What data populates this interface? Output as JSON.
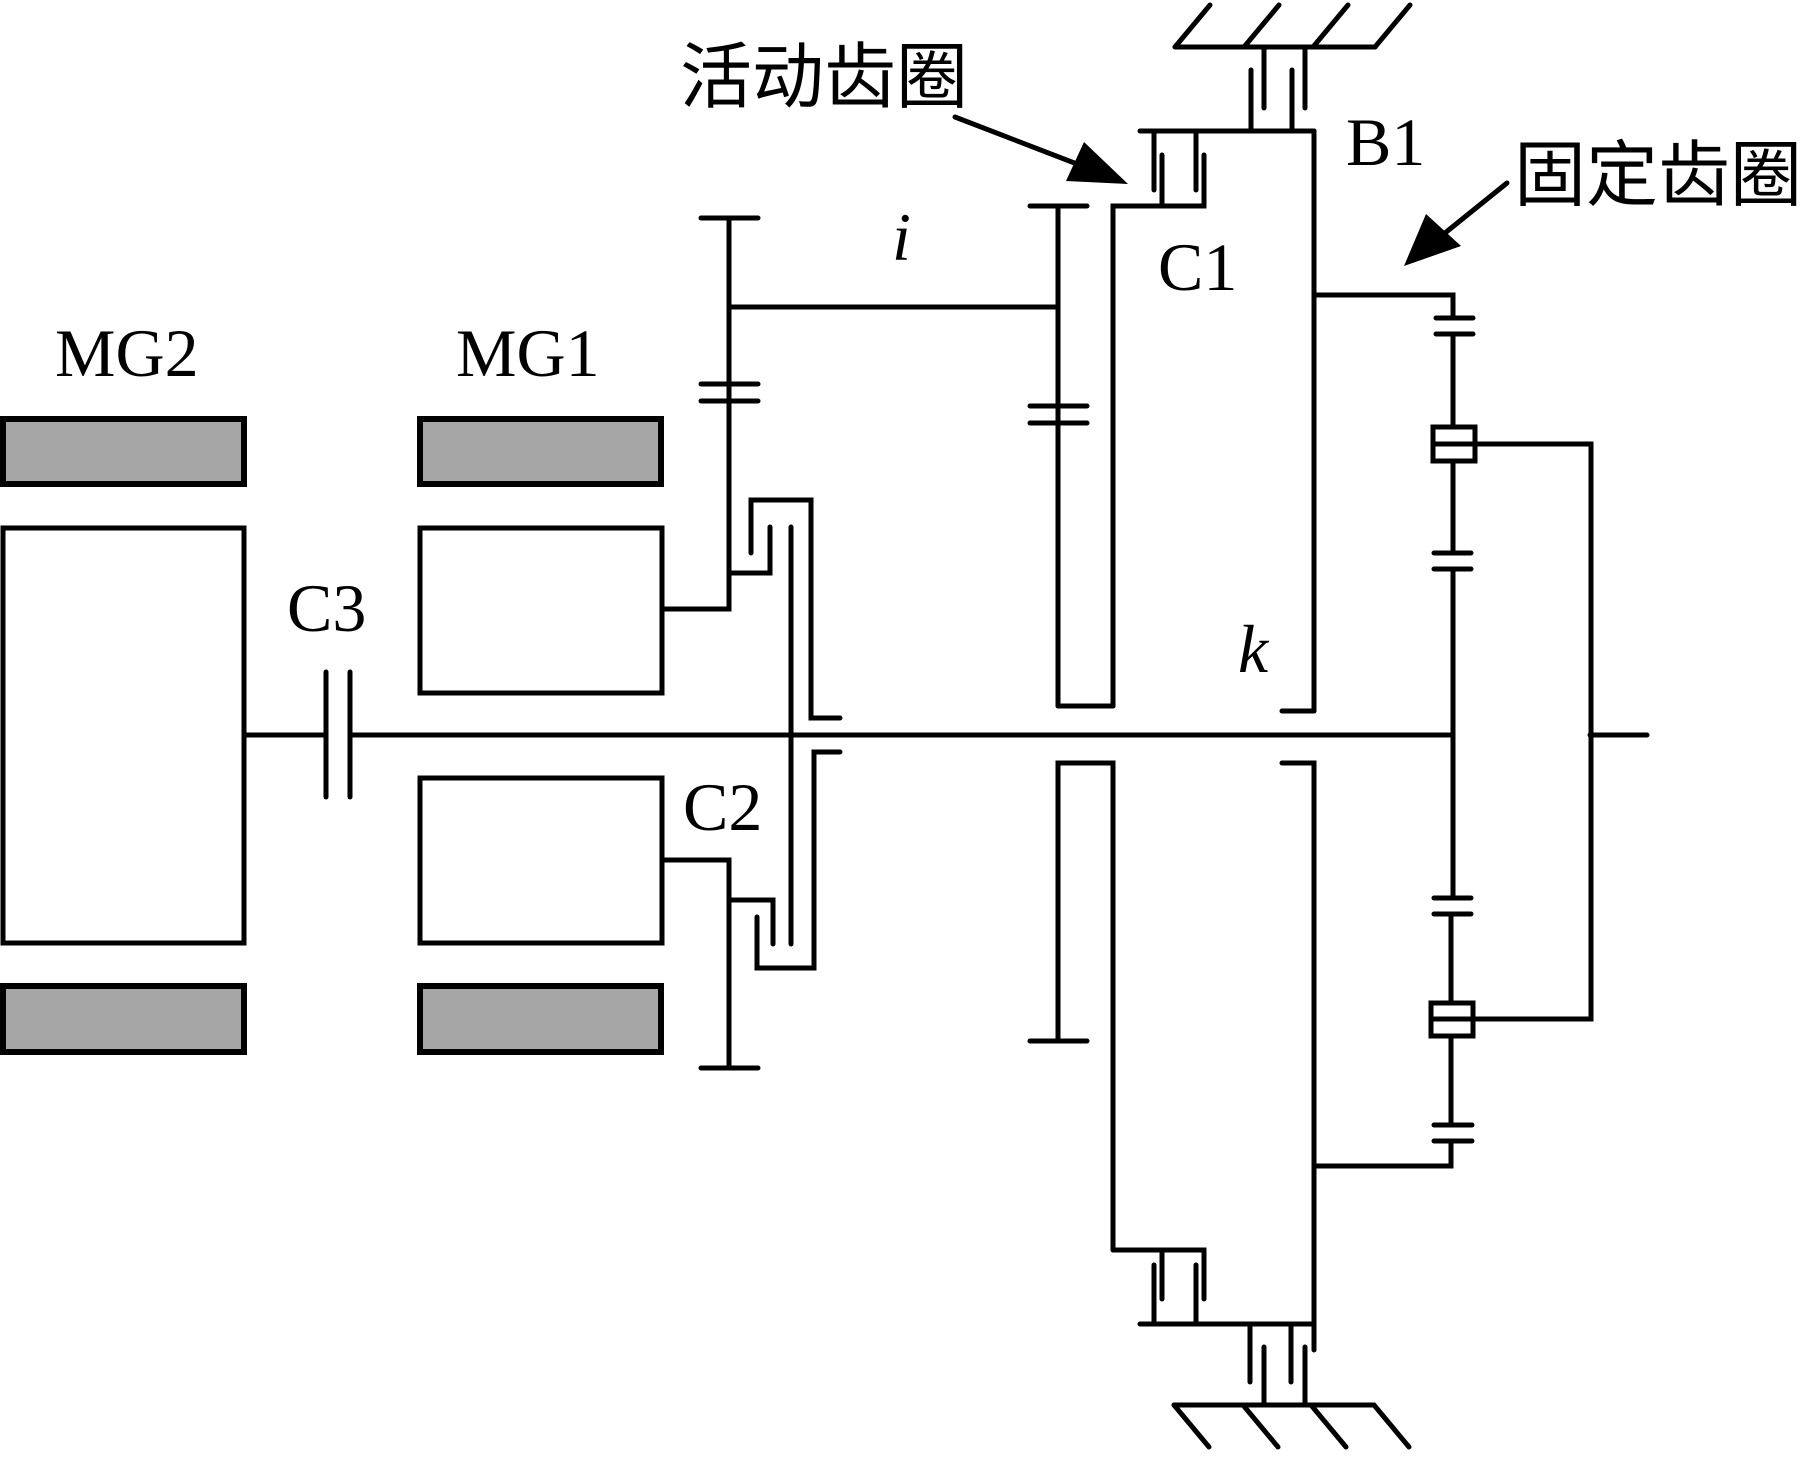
{
  "diagram": {
    "type": "hybrid transmission kinematic schematic",
    "colors": {
      "line": "#000000",
      "stator_fill": "#a6a6a6",
      "background": "#ffffff"
    },
    "labels": {
      "mg2": "MG2",
      "mg1": "MG1",
      "c1": "C1",
      "c2": "C2",
      "c3": "C3",
      "b1": "B1",
      "i": "i",
      "k": "k",
      "active_ring": "活动齿圈",
      "fixed_ring": "固定齿圈"
    },
    "components": [
      {
        "id": "MG2",
        "kind": "motor-generator"
      },
      {
        "id": "MG1",
        "kind": "motor-generator"
      },
      {
        "id": "C1",
        "kind": "clutch"
      },
      {
        "id": "C2",
        "kind": "clutch"
      },
      {
        "id": "C3",
        "kind": "clutch"
      },
      {
        "id": "B1",
        "kind": "brake"
      },
      {
        "id": "i",
        "kind": "gear pair"
      },
      {
        "id": "k",
        "kind": "planetary gear set"
      }
    ],
    "annotations": [
      {
        "text_ref": "active_ring",
        "meaning": "active ring gear",
        "points_to": "C1"
      },
      {
        "text_ref": "fixed_ring",
        "meaning": "fixed ring gear",
        "points_to": "output planetary ring"
      }
    ]
  }
}
